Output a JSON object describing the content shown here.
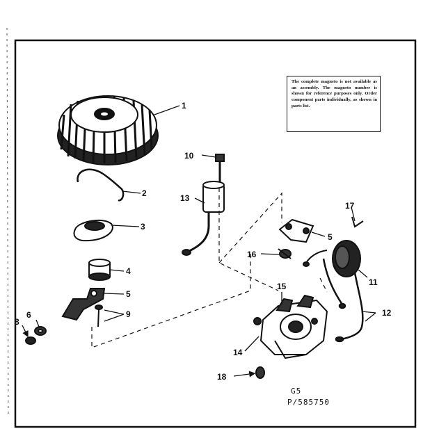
{
  "note": "The complete magneto is not available as an assembly. The magneto number is shown for reference purposes only. Order component parts individually, as shown in parts list.",
  "callouts": {
    "c1": "1",
    "c2": "2",
    "c3": "3",
    "c4": "4",
    "c5a": "5",
    "c5b": "5",
    "c6": "6",
    "c8": "8",
    "c9": "9",
    "c10": "10",
    "c11": "11",
    "c12": "12",
    "c13": "13",
    "c14": "14",
    "c15": "15",
    "c16": "16",
    "c17": "17",
    "c18": "18"
  },
  "codes": {
    "model": "G5",
    "part": "P/585750"
  }
}
